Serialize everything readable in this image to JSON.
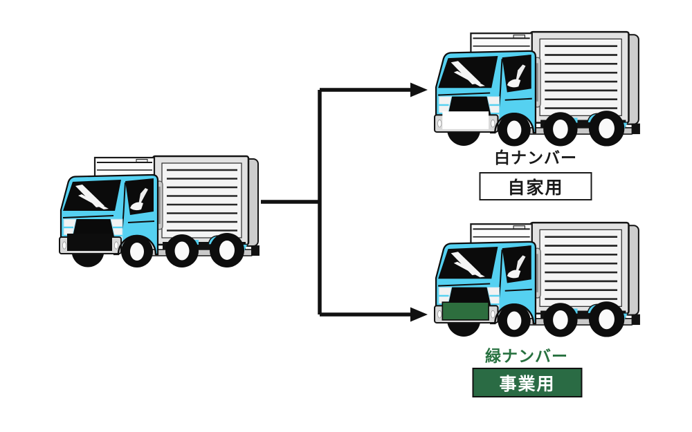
{
  "diagram": {
    "background": "#ffffff",
    "arrow_color": "#111111",
    "source_truck": {
      "name": "truck-generic",
      "plate_type": "black",
      "plate_color": "#0d0d0d"
    },
    "branches": [
      {
        "id": "white-plate",
        "plate_title": "白ナンバー",
        "plate_title_color": "#1a1a1a",
        "usage_label": "自家用",
        "usage_text_color": "#1a1a1a",
        "usage_box_fill": "#ffffff",
        "usage_box_border": "#1a1a1a",
        "truck_plate_color": "#ffffff",
        "truck_plate_border": "transparent"
      },
      {
        "id": "green-plate",
        "plate_title": "緑ナンバー",
        "plate_title_color": "#27713f",
        "usage_label": "事業用",
        "usage_text_color": "#ffffff",
        "usage_box_fill": "#2a6b44",
        "usage_box_border": "#111111",
        "truck_plate_color": "#2d6e3e",
        "truck_plate_border": "#0d0d0d"
      }
    ],
    "truck_colors": {
      "cab_cyan": "#55d1f1",
      "cargo_gray": "#f4f4f4",
      "outline": "#0d0d0d",
      "bumper_gray": "#d9d9d9"
    }
  }
}
